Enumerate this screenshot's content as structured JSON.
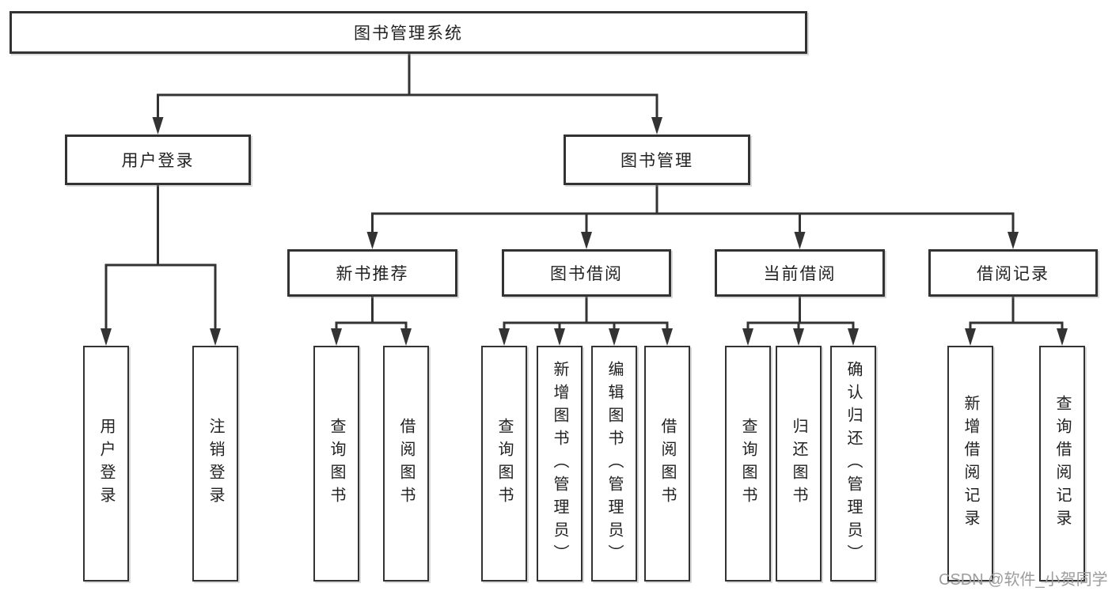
{
  "diagram": {
    "colors": {
      "line": "#333333",
      "box_border": "#333333",
      "text": "#222222",
      "background": "#ffffff",
      "watermark_text_color": "#9c9c9c"
    },
    "tree": {
      "label": "图书管理系统",
      "children": [
        {
          "label": "用户登录",
          "children": [
            {
              "label": "用户登录"
            },
            {
              "label": "注销登录"
            }
          ]
        },
        {
          "label": "图书管理",
          "children": [
            {
              "label": "新书推荐",
              "children": [
                {
                  "label": "查询图书"
                },
                {
                  "label": "借阅图书"
                }
              ]
            },
            {
              "label": "图书借阅",
              "children": [
                {
                  "label": "查询图书"
                },
                {
                  "label": "新增图书（管理员）"
                },
                {
                  "label": "编辑图书（管理员）"
                },
                {
                  "label": "借阅图书"
                }
              ]
            },
            {
              "label": "当前借阅",
              "children": [
                {
                  "label": "查询图书"
                },
                {
                  "label": "归还图书"
                },
                {
                  "label": "确认归还（管理员）"
                }
              ]
            },
            {
              "label": "借阅记录",
              "children": [
                {
                  "label": "新增借阅记录"
                },
                {
                  "label": "查询借阅记录"
                }
              ]
            }
          ]
        }
      ]
    },
    "watermark": "CSDN @软件_小贺同学"
  }
}
